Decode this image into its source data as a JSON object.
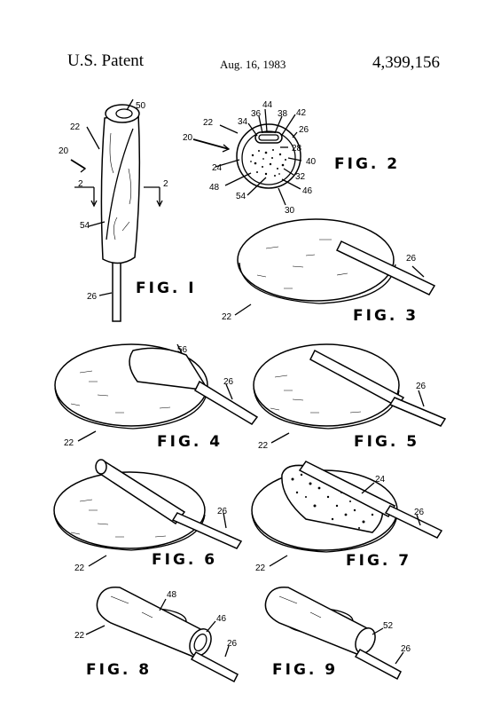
{
  "header": {
    "left": "U.S. Patent",
    "date": "Aug. 16, 1983",
    "number": "4,399,156"
  },
  "figures": {
    "fig1": {
      "label": "FIG. I",
      "refs": [
        "50",
        "22",
        "20",
        "2",
        "2",
        "54",
        "26"
      ]
    },
    "fig2": {
      "label": "FIG. 2",
      "refs": [
        "44",
        "36",
        "38",
        "42",
        "34",
        "22",
        "26",
        "20",
        "28",
        "40",
        "24",
        "32",
        "48",
        "54",
        "46",
        "30"
      ]
    },
    "fig3": {
      "label": "FIG. 3",
      "refs": [
        "26",
        "22"
      ]
    },
    "fig4": {
      "label": "FIG. 4",
      "refs": [
        "56",
        "26",
        "22"
      ]
    },
    "fig5": {
      "label": "FIG. 5",
      "refs": [
        "26",
        "22"
      ]
    },
    "fig6": {
      "label": "FIG. 6",
      "refs": [
        "26",
        "22"
      ]
    },
    "fig7": {
      "label": "FIG. 7",
      "refs": [
        "24",
        "26",
        "22"
      ]
    },
    "fig8": {
      "label": "FIG. 8",
      "refs": [
        "48",
        "22",
        "46",
        "26"
      ]
    },
    "fig9": {
      "label": "FIG. 9",
      "refs": [
        "52",
        "26"
      ]
    }
  }
}
